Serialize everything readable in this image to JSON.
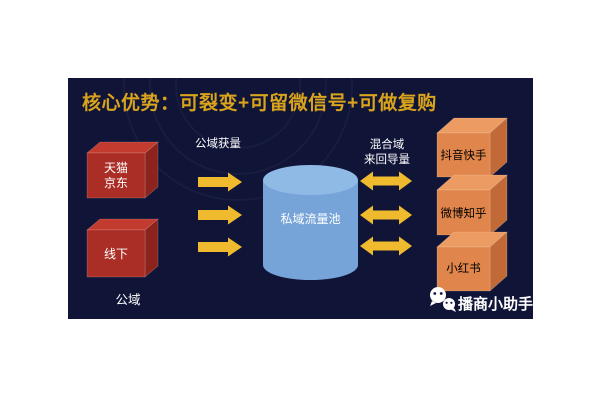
{
  "title": "核心优势：可裂变+可留微信号+可做复购",
  "colors": {
    "page_background": "#ffffff",
    "slide_background": "#101538",
    "title_gold": "#d9a31c",
    "arrow_yellow": "#f0ba2e",
    "red_cube_front": "#ab2e26",
    "red_cube_top": "#c33b2e",
    "red_cube_side": "#8c241d",
    "orange_cube_front": "#e0854b",
    "orange_cube_top": "#ec9c62",
    "orange_cube_side": "#c16a37",
    "cylinder_body": "#76a4d8",
    "cylinder_top": "#90bae6",
    "label_white": "#ffffff"
  },
  "left_group": {
    "flow_label": "公域获量",
    "caption": "公域",
    "nodes": [
      {
        "label_line1": "天猫",
        "label_line2": "京东"
      },
      {
        "label_line1": "线下",
        "label_line2": ""
      }
    ]
  },
  "center": {
    "pool_label": "私域流量池"
  },
  "right_group": {
    "flow_label_line1": "混合域",
    "flow_label_line2": "来回导量",
    "nodes": [
      {
        "label": "抖音快手"
      },
      {
        "label": "微博知乎"
      },
      {
        "label": "小红书"
      }
    ]
  },
  "watermark": {
    "icon": "wechat-chat-bubbles-icon",
    "text": "播商小助手"
  }
}
